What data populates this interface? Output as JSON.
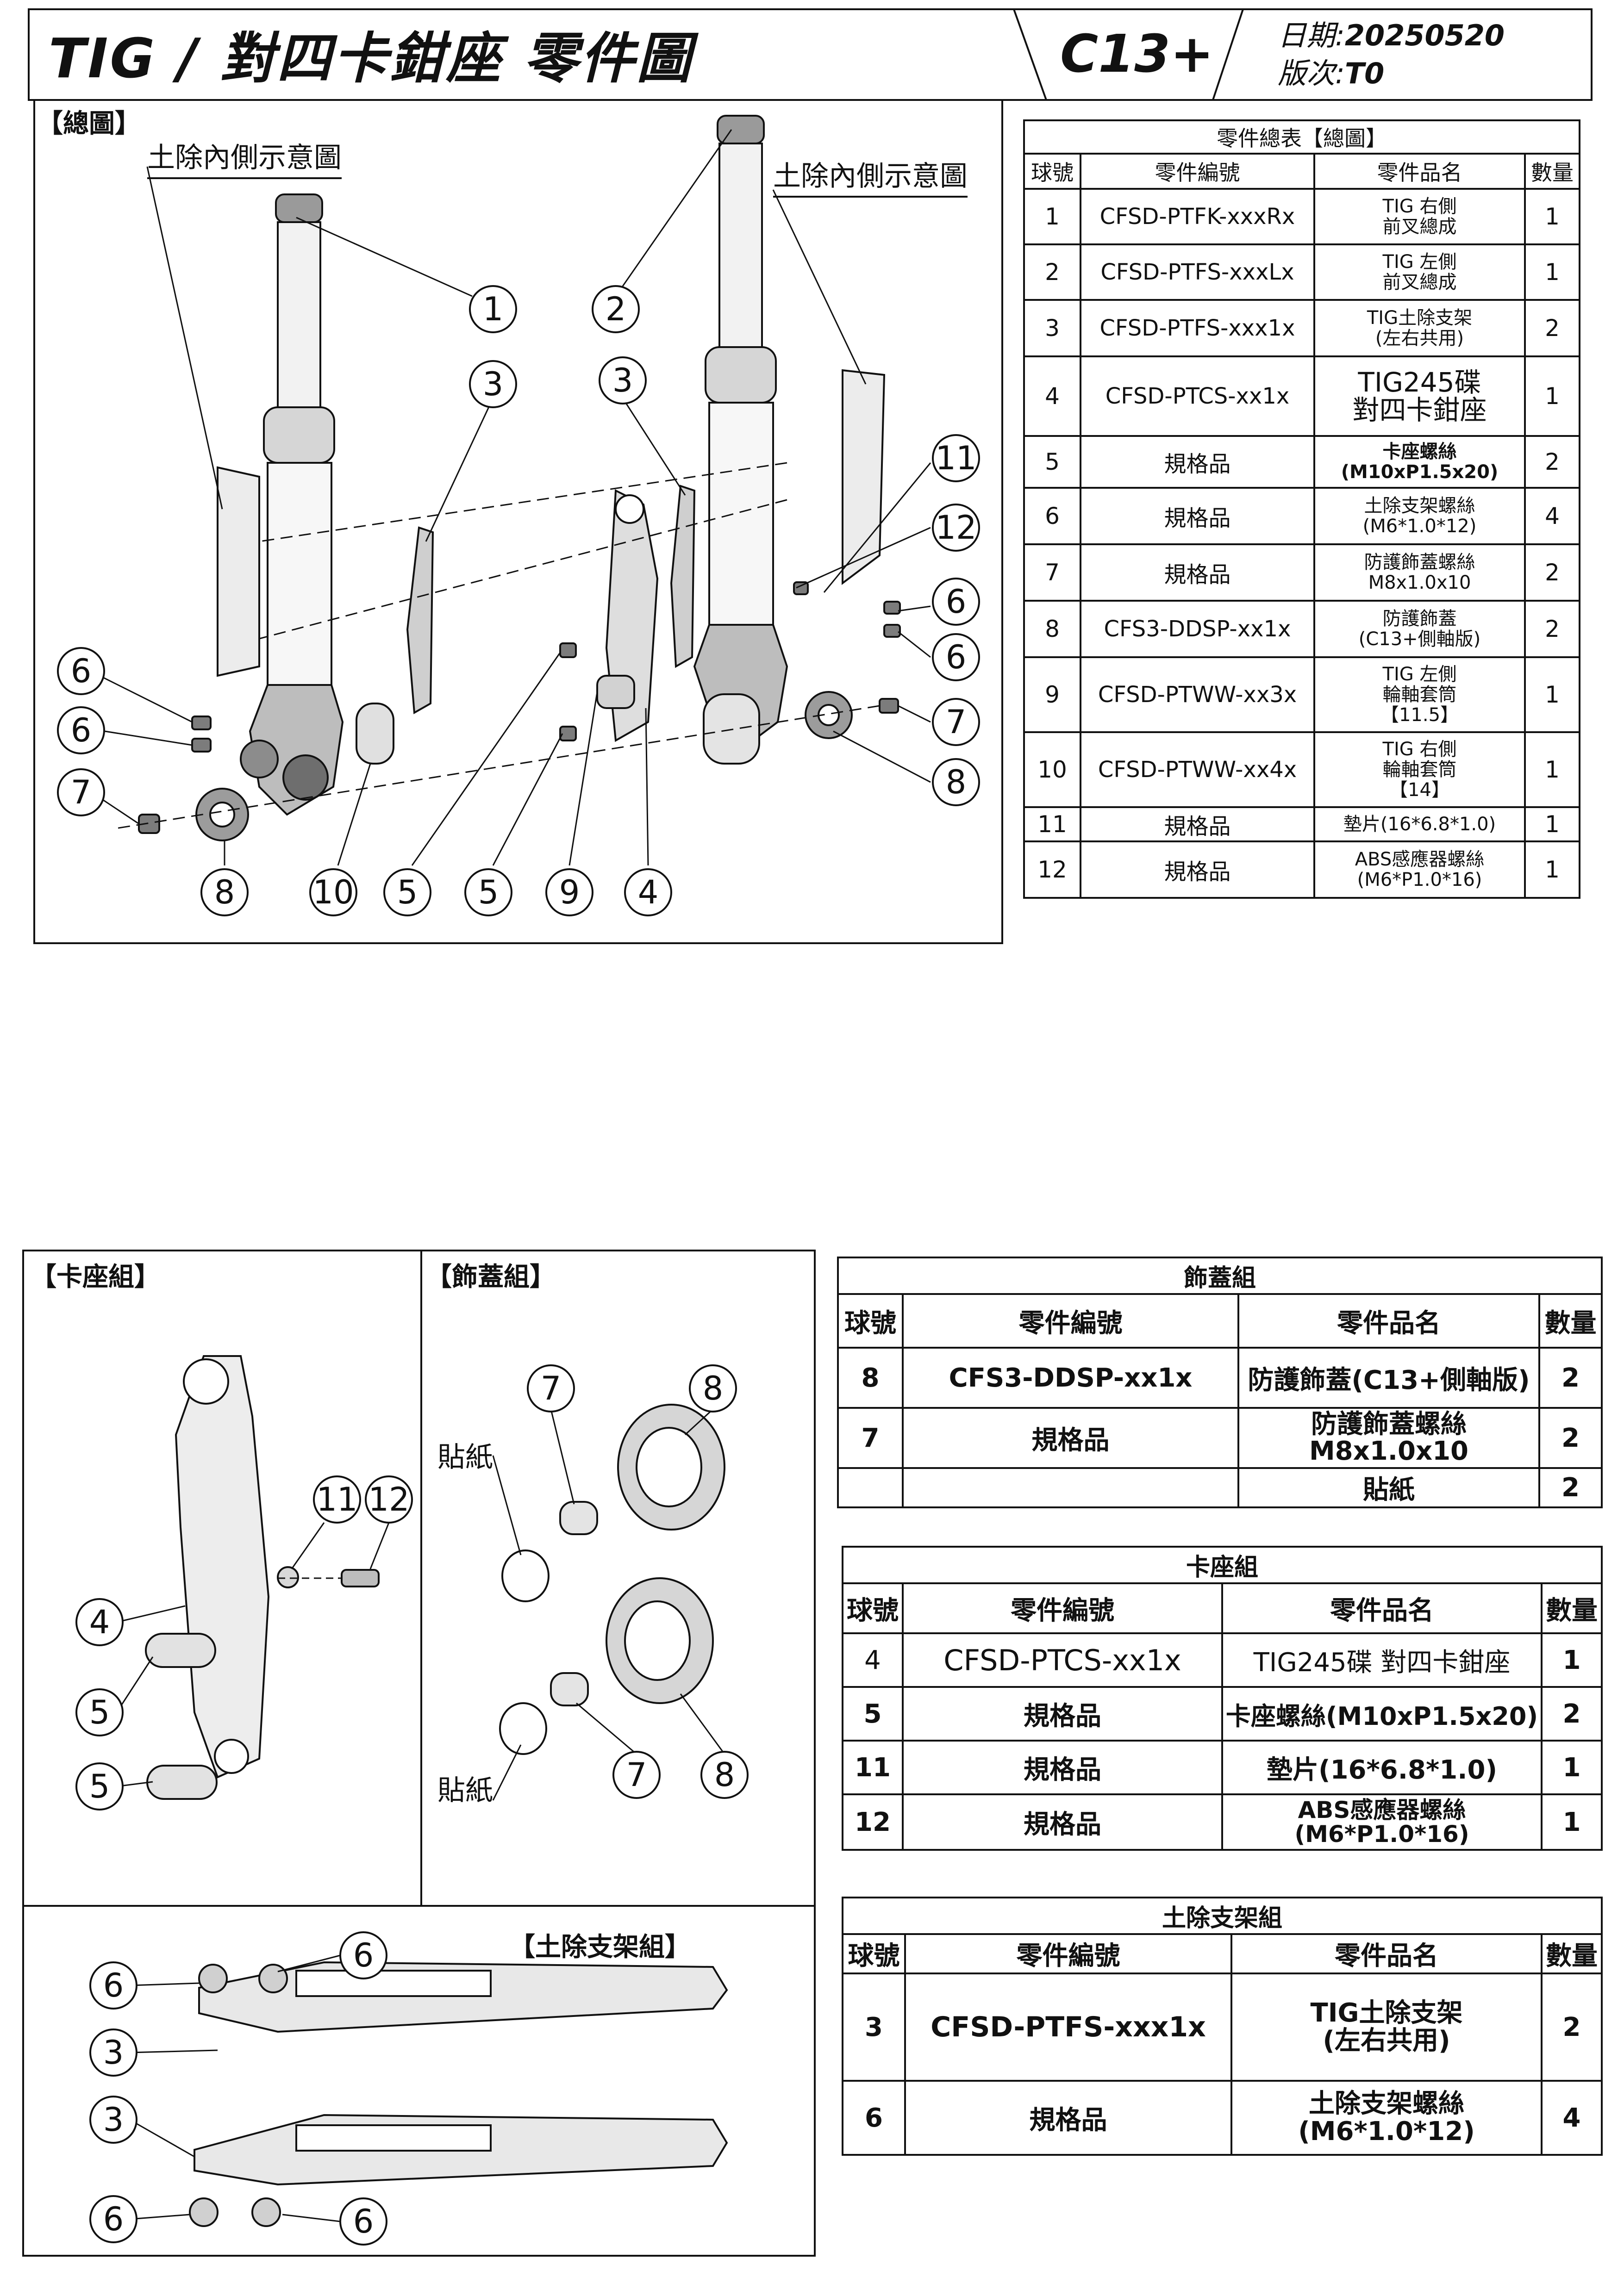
{
  "header": {
    "title": "TIG / 對四卡鉗座 零件圖",
    "model": "C13+",
    "date_label": "日期:",
    "date_value": "20250520",
    "version_label": "版次:",
    "version_value": "T0"
  },
  "overview": {
    "section_label": "【總圖】",
    "note_left": "土除內側示意圖",
    "note_right": "土除內側示意圖",
    "balloons": [
      "1",
      "2",
      "3",
      "3",
      "11",
      "12",
      "6",
      "6",
      "6",
      "6",
      "7",
      "7",
      "8",
      "8",
      "10",
      "5",
      "5",
      "9",
      "4"
    ]
  },
  "main_table": {
    "title": "零件總表【總圖】",
    "headers": [
      "球號",
      "零件編號",
      "零件品名",
      "數量"
    ],
    "rows": [
      {
        "no": "1",
        "code": "CFSD-PTFK-xxxRx",
        "name": "TIG 右側\n前叉總成",
        "qty": "1"
      },
      {
        "no": "2",
        "code": "CFSD-PTFS-xxxLx",
        "name": "TIG  左側\n前叉總成",
        "qty": "1"
      },
      {
        "no": "3",
        "code": "CFSD-PTFS-xxx1x",
        "name": "TIG土除支架\n(左右共用)",
        "qty": "2"
      },
      {
        "no": "4",
        "code": "CFSD-PTCS-xx1x",
        "name": "TIG245碟\n對四卡鉗座",
        "qty": "1"
      },
      {
        "no": "5",
        "code": "規格品",
        "name": "卡座螺絲\n(M10xP1.5x20)",
        "qty": "2"
      },
      {
        "no": "6",
        "code": "規格品",
        "name": "土除支架螺絲\n(M6*1.0*12)",
        "qty": "4"
      },
      {
        "no": "7",
        "code": "規格品",
        "name": "防護飾蓋螺絲\nM8x1.0x10",
        "qty": "2"
      },
      {
        "no": "8",
        "code": "CFS3-DDSP-xx1x",
        "name": "防護飾蓋\n(C13+側軸版)",
        "qty": "2"
      },
      {
        "no": "9",
        "code": "CFSD-PTWW-xx3x",
        "name": "TIG 左側\n輪軸套筒\n【11.5】",
        "qty": "1"
      },
      {
        "no": "10",
        "code": "CFSD-PTWW-xx4x",
        "name": "TIG 右側\n輪軸套筒\n【14】",
        "qty": "1"
      },
      {
        "no": "11",
        "code": "規格品",
        "name": "墊片(16*6.8*1.0)",
        "qty": "1"
      },
      {
        "no": "12",
        "code": "規格品",
        "name": "ABS感應器螺絲\n(M6*P1.0*16)",
        "qty": "1"
      }
    ]
  },
  "caliper_group": {
    "section_label": "【卡座組】",
    "balloons": [
      "11",
      "12",
      "4",
      "5",
      "5"
    ]
  },
  "cover_group": {
    "section_label": "【飾蓋組】",
    "sticker_label_top": "貼紙",
    "sticker_label_bottom": "貼紙",
    "balloons": [
      "7",
      "8",
      "7",
      "8"
    ]
  },
  "fender_group": {
    "section_label": "【土除支架組】",
    "balloons": [
      "6",
      "6",
      "3",
      "3",
      "6",
      "6"
    ]
  },
  "cover_table": {
    "title": "飾蓋組",
    "headers": [
      "球號",
      "零件編號",
      "零件品名",
      "數量"
    ],
    "rows": [
      {
        "no": "8",
        "code": "CFS3-DDSP-xx1x",
        "name": "防護飾蓋(C13+側軸版)",
        "qty": "2"
      },
      {
        "no": "7",
        "code": "規格品",
        "name": "防護飾蓋螺絲\nM8x1.0x10",
        "qty": "2"
      },
      {
        "no": "",
        "code": "",
        "name": "貼紙",
        "qty": "2"
      }
    ]
  },
  "caliper_table": {
    "title": "卡座組",
    "headers": [
      "球號",
      "零件編號",
      "零件品名",
      "數量"
    ],
    "rows": [
      {
        "no": "4",
        "code": "CFSD-PTCS-xx1x",
        "name": "TIG245碟 對四卡鉗座",
        "qty": "1"
      },
      {
        "no": "5",
        "code": "規格品",
        "name": "卡座螺絲(M10xP1.5x20)",
        "qty": "2"
      },
      {
        "no": "11",
        "code": "規格品",
        "name": "墊片(16*6.8*1.0)",
        "qty": "1"
      },
      {
        "no": "12",
        "code": "規格品",
        "name": "ABS感應器螺絲\n(M6*P1.0*16)",
        "qty": "1"
      }
    ]
  },
  "fender_table": {
    "title": "土除支架組",
    "headers": [
      "球號",
      "零件編號",
      "零件品名",
      "數量"
    ],
    "rows": [
      {
        "no": "3",
        "code": "CFSD-PTFS-xxx1x",
        "name": "TIG土除支架\n(左右共用)",
        "qty": "2"
      },
      {
        "no": "6",
        "code": "規格品",
        "name": "土除支架螺絲\n(M6*1.0*12)",
        "qty": "4"
      }
    ]
  }
}
